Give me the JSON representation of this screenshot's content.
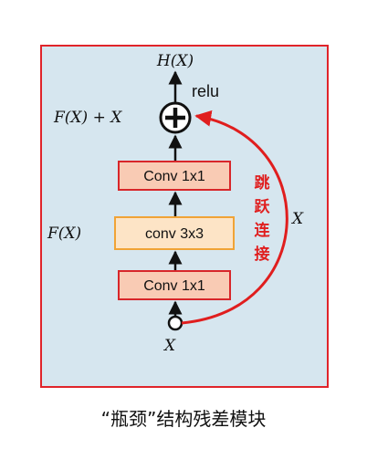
{
  "diagram": {
    "labels": {
      "output": "H(X)",
      "activation": "relu",
      "sum": "F(X) + X",
      "residual": "F(X)",
      "input": "X",
      "skip_x": "X",
      "skip_text": [
        "跳",
        "跃",
        "连",
        "接"
      ]
    },
    "blocks": [
      {
        "label": "Conv 1x1"
      },
      {
        "label": "conv 3x3"
      },
      {
        "label": "Conv 1x1"
      }
    ],
    "caption": "“瓶颈”结构残差模块"
  },
  "colors": {
    "frame_border": "#e0242a",
    "frame_fill": "#d6e6ef",
    "conv_fill": "#f9cbb4",
    "conv_border": "#d8262a",
    "mid_fill": "#fde4c6",
    "mid_border": "#f0a336",
    "skip_arrow": "#e01e1e",
    "text": "#111111"
  }
}
